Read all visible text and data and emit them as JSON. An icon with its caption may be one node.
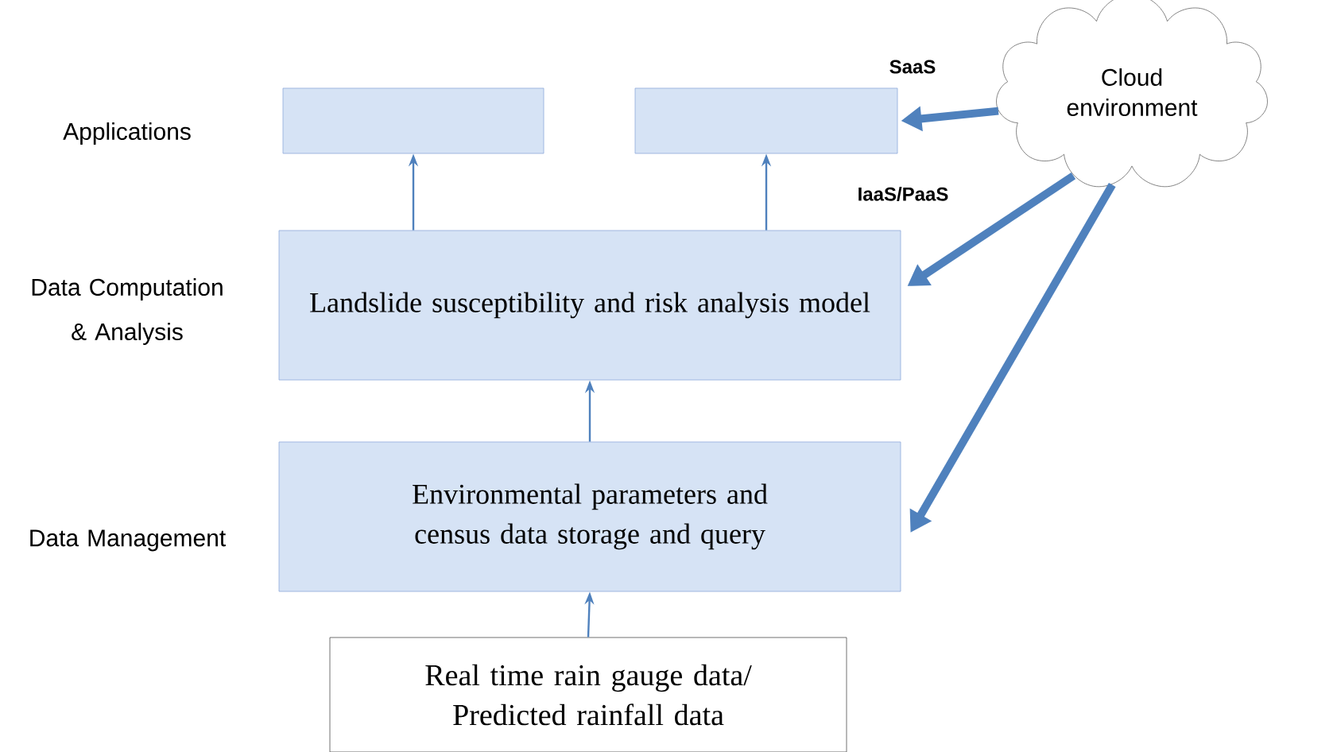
{
  "diagram": {
    "nodes": [
      {
        "text": [],
        "shape": "box"
      },
      {
        "text": [],
        "shape": "box"
      },
      {
        "text": [
          "Landslide susceptibility and risk analysis model"
        ]
      },
      {
        "text": [
          "Environmental parameters and census data storage and query"
        ]
      },
      {
        "text": [
          "Real time rain gauge data/ Predicted rainfall data"
        ]
      },
      {
        "text": [
          "Cloud environment"
        ]
      }
    ],
    "edges": [
      {
        "from": 2,
        "to": 0,
        "arrow": "to"
      },
      {
        "from": 2,
        "to": 1,
        "arrow": "to"
      },
      {
        "from": 3,
        "to": 2,
        "arrow": "to"
      },
      {
        "from": 4,
        "to": 3,
        "arrow": "to"
      },
      {
        "from": 5,
        "to": 1,
        "arrow": "to",
        "label": "SaaS",
        "style": "thick"
      },
      {
        "from": 5,
        "to": 2,
        "arrow": "to",
        "label": "IaaS/PaaS",
        "style": "thick"
      },
      {
        "from": 5,
        "to": 3,
        "arrow": "to",
        "style": "thick"
      }
    ],
    "labels": [
      "Applications",
      "Data Computation & Analysis",
      "Data Management"
    ]
  }
}
